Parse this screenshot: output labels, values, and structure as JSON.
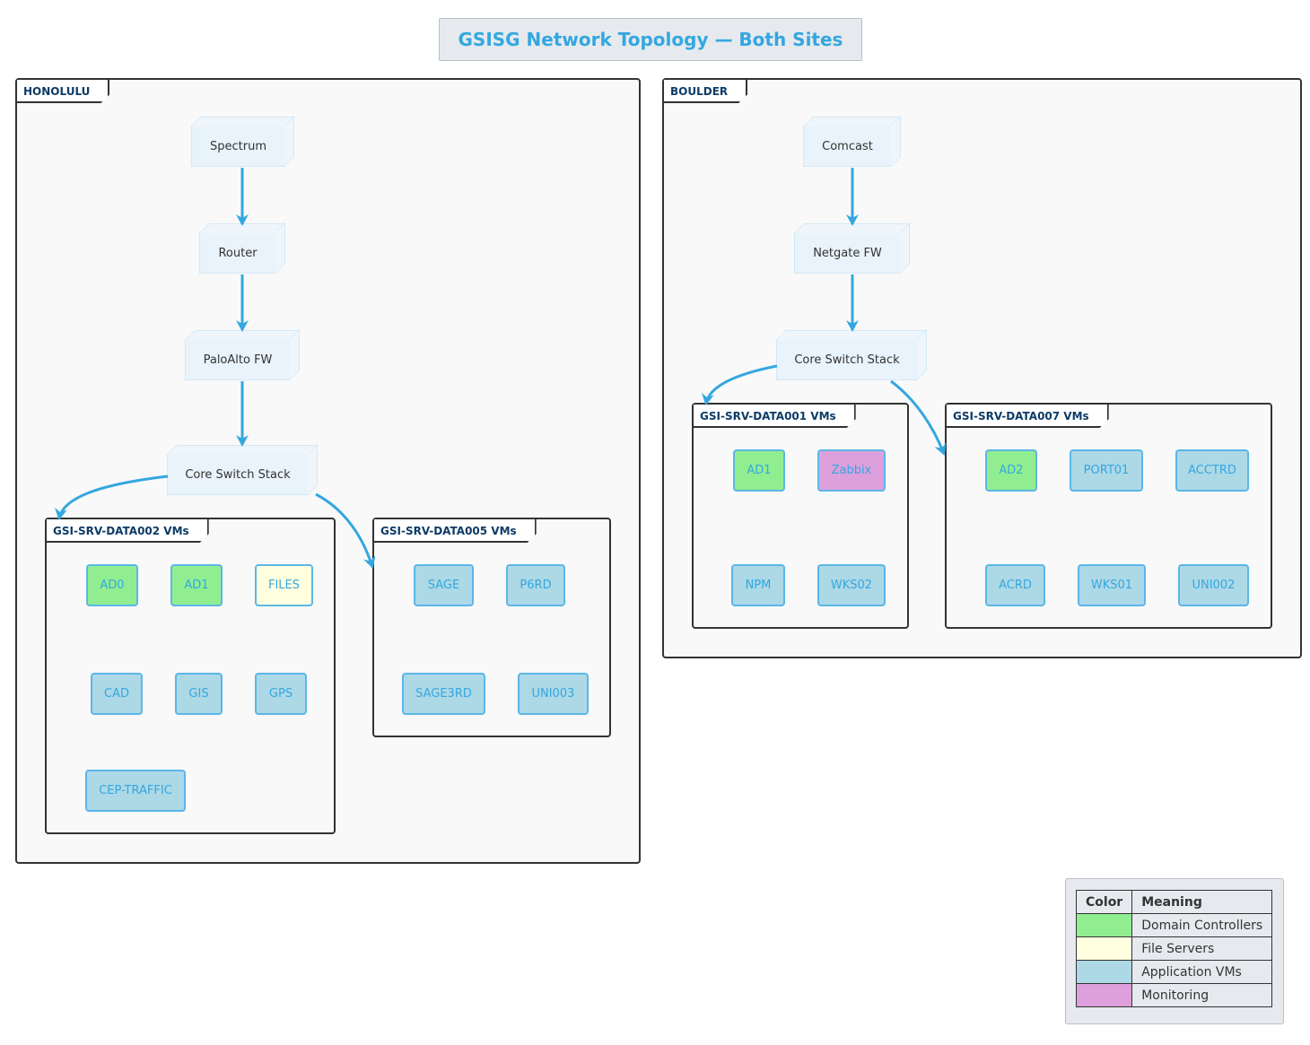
{
  "title": "GSISG Network Topology — Both Sites",
  "colors": {
    "domain_controller": "#90ee90",
    "file_server": "#ffffe0",
    "application_vm": "#add8e6",
    "monitoring": "#dda0dd",
    "edge": "#34a7e0"
  },
  "honolulu": {
    "label": "HONOLULU",
    "nodes": [
      "Spectrum",
      "Router",
      "PaloAlto FW",
      "Core Switch Stack"
    ],
    "data002": {
      "label": "GSI-SRV-DATA002 VMs",
      "vms": [
        "AD0",
        "AD1",
        "FILES",
        "CAD",
        "GIS",
        "GPS",
        "CEP-TRAFFIC"
      ]
    },
    "data005": {
      "label": "GSI-SRV-DATA005 VMs",
      "vms": [
        "SAGE",
        "P6RD",
        "SAGE3RD",
        "UNI003"
      ]
    }
  },
  "boulder": {
    "label": "BOULDER",
    "nodes": [
      "Comcast",
      "Netgate FW",
      "Core Switch Stack"
    ],
    "data001": {
      "label": "GSI-SRV-DATA001 VMs",
      "vms": [
        "AD1",
        "Zabbix",
        "NPM",
        "WKS02"
      ]
    },
    "data007": {
      "label": "GSI-SRV-DATA007 VMs",
      "vms": [
        "AD2",
        "PORT01",
        "ACCTRD",
        "ACRD",
        "WKS01",
        "UNI002"
      ]
    }
  },
  "legend": {
    "header_color": "Color",
    "header_meaning": "Meaning",
    "rows": [
      "Domain Controllers",
      "File Servers",
      "Application VMs",
      "Monitoring"
    ]
  }
}
